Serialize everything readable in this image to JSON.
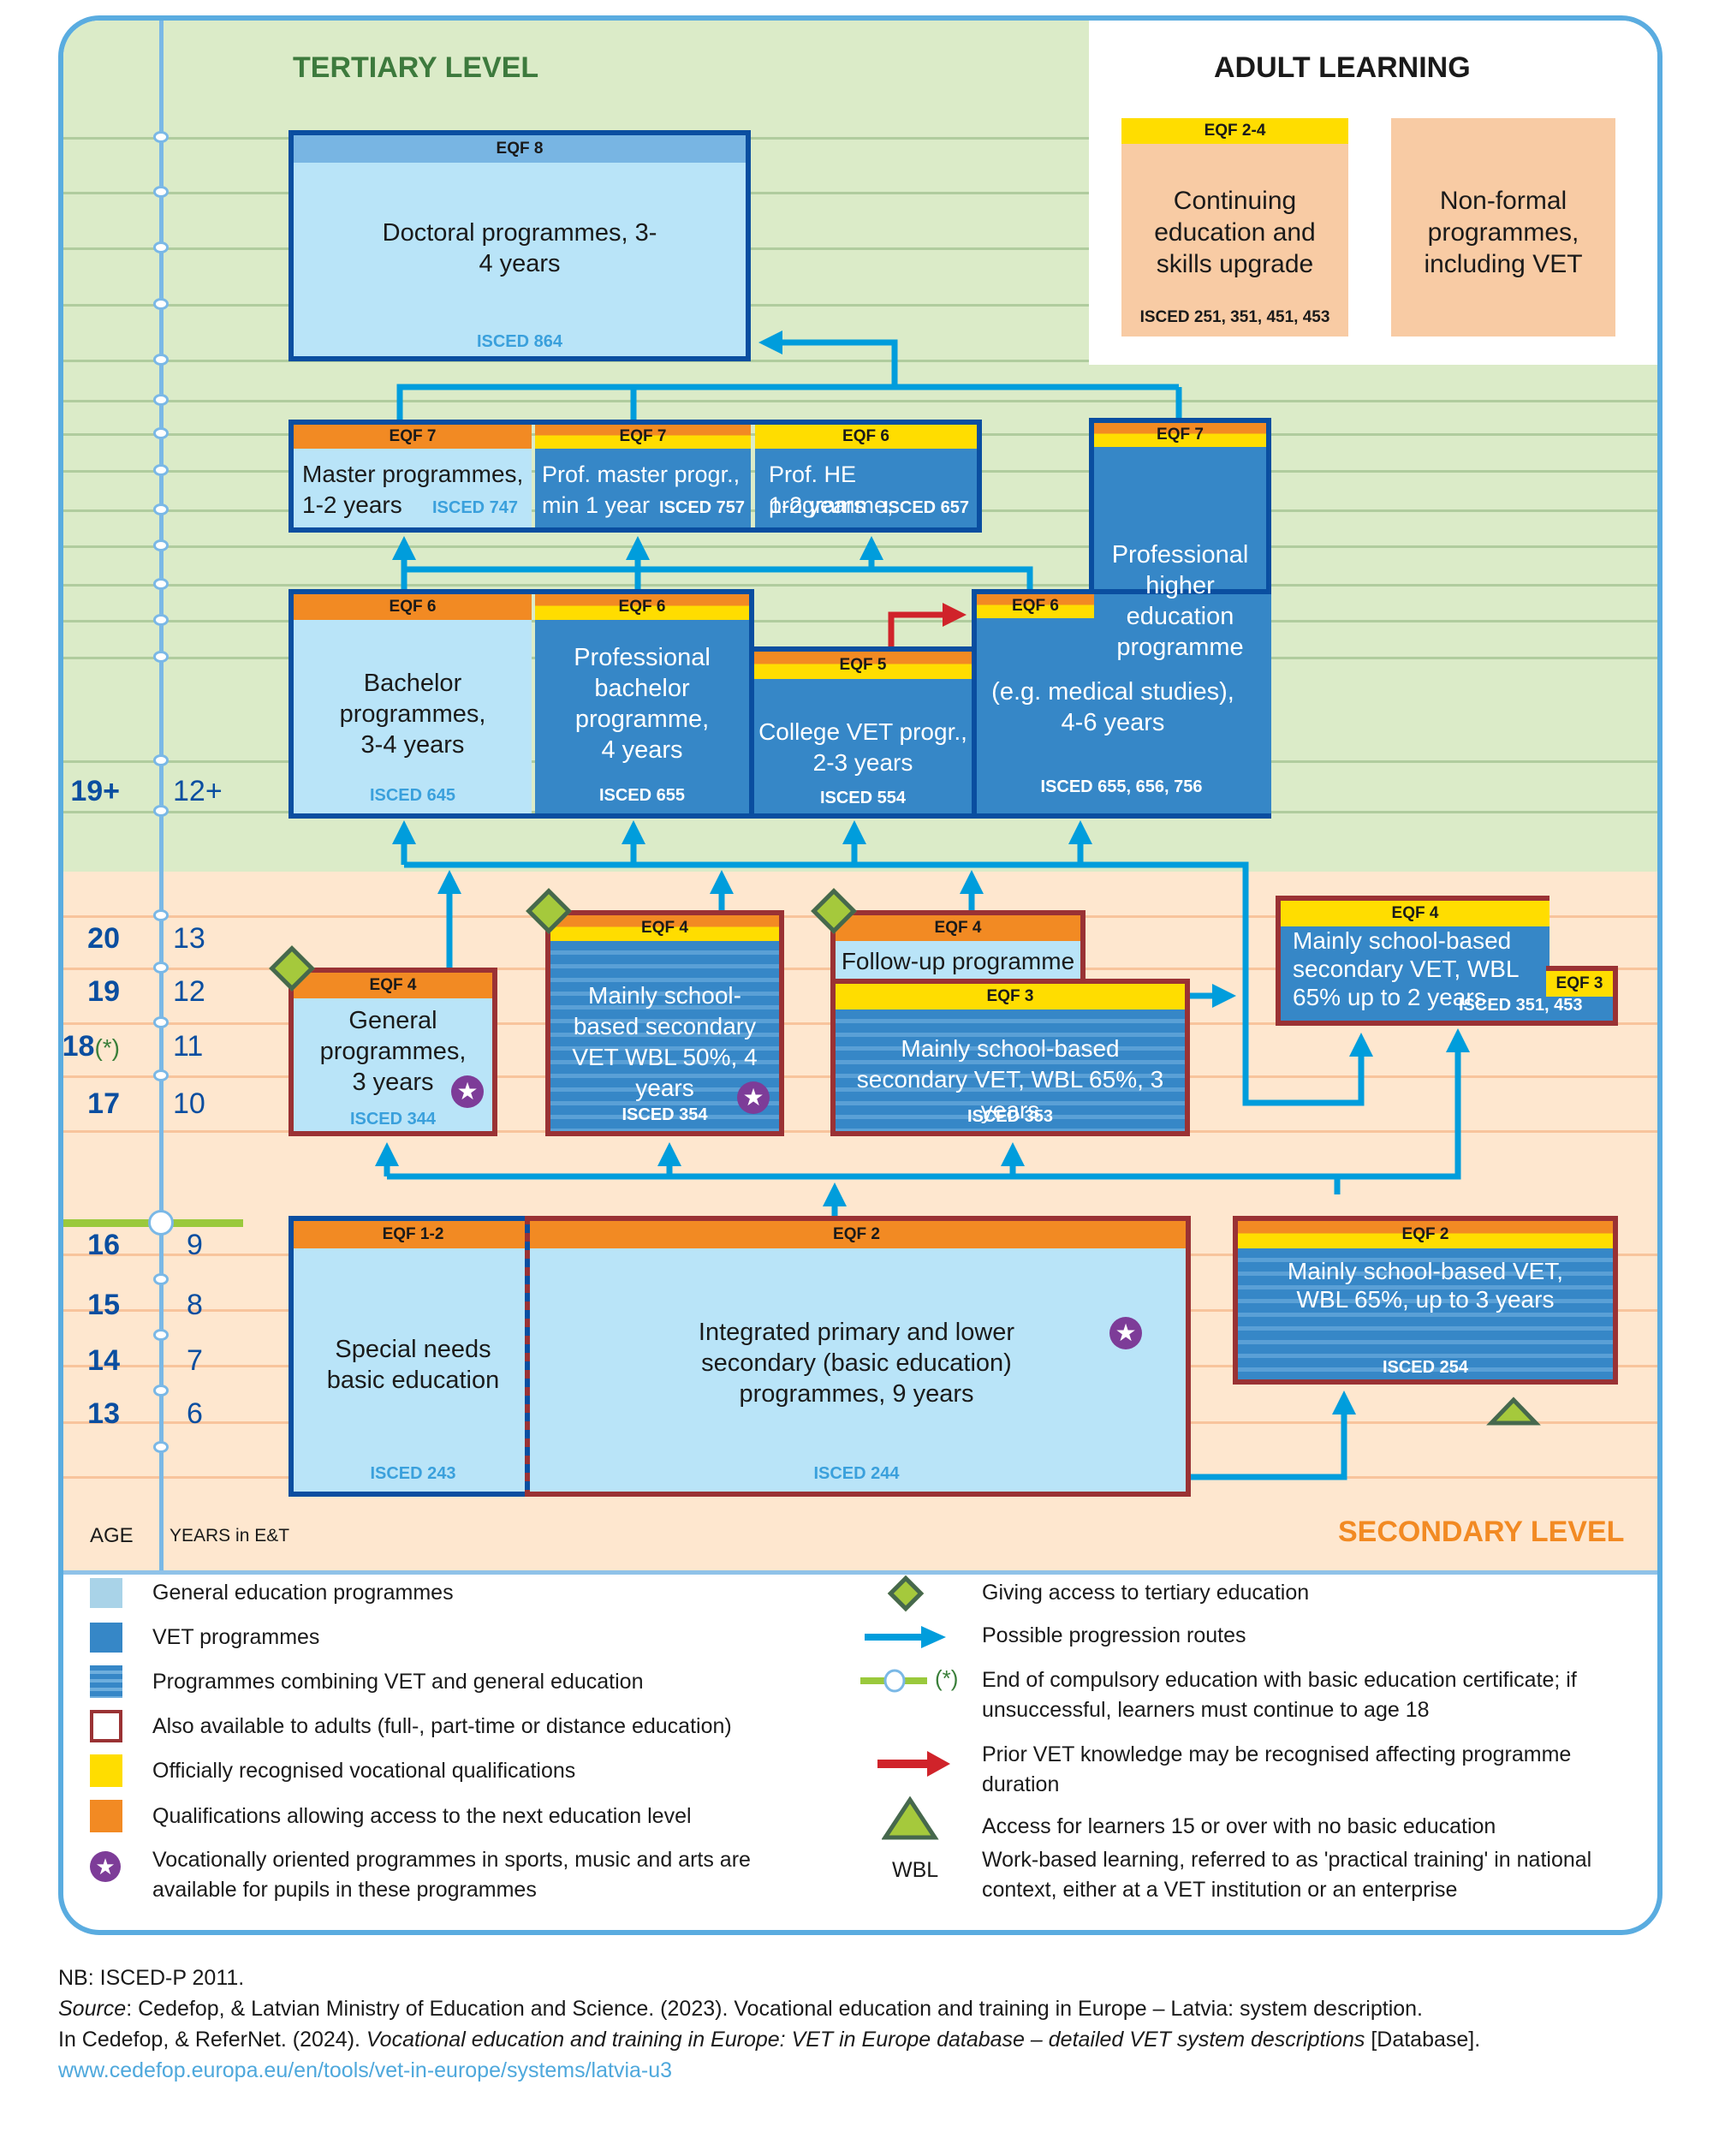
{
  "levels": {
    "tertiary_title": "TERTIARY LEVEL",
    "secondary_title": "SECONDARY LEVEL",
    "adult_title": "ADULT LEARNING"
  },
  "axis": {
    "age_label": "AGE",
    "years_label": "YEARS in E&T",
    "rows": [
      {
        "age": "19+",
        "years": "12+"
      },
      {
        "age": "20",
        "years": "13"
      },
      {
        "age": "19",
        "years": "12"
      },
      {
        "age": "18",
        "age_note": "(*)",
        "years": "11"
      },
      {
        "age": "17",
        "years": "10"
      },
      {
        "age": "16",
        "years": "9"
      },
      {
        "age": "15",
        "years": "8"
      },
      {
        "age": "14",
        "years": "7"
      },
      {
        "age": "13",
        "years": "6"
      }
    ]
  },
  "adult_learning": {
    "continuing": {
      "eqf": "EQF 2-4",
      "text": "Continuing education and skills upgrade",
      "isced": "ISCED 251, 351, 451, 453"
    },
    "nonformal": {
      "text": "Non-formal programmes, including VET"
    }
  },
  "programmes": {
    "doctoral": {
      "eqf": "EQF  8",
      "text": "Doctoral programmes, 3-4 years",
      "isced": "ISCED 864",
      "type": "general"
    },
    "master": {
      "eqf": "EQF 7",
      "text_line1": "Master programmes,",
      "text_line2": "1-2 years",
      "isced": "ISCED 747",
      "type": "general"
    },
    "prof_master": {
      "eqf": "EQF 7",
      "text_line1": "Prof. master progr.,",
      "text_line2": "min 1 year",
      "isced": "ISCED 757",
      "type": "vet"
    },
    "prof_he": {
      "eqf": "EQF 6",
      "text_line1": "Prof. HE programme,",
      "text_line2": "1-2 years",
      "isced": "ISCED 657",
      "type": "vet"
    },
    "prof_higher": {
      "eqf_top": "EQF 7",
      "eqf_side": "EQF 6",
      "text": "Professional higher education programme",
      "text2": "(e.g. medical studies), 4-6 years",
      "isced": "ISCED 655, 656, 756",
      "type": "vet"
    },
    "bachelor": {
      "eqf": "EQF  6",
      "text": "Bachelor programmes, 3-4 years",
      "isced": "ISCED 645",
      "type": "general"
    },
    "prof_bachelor": {
      "eqf": "EQF  6",
      "text": "Professional bachelor programme, 4 years",
      "isced": "ISCED 655",
      "type": "vet"
    },
    "college_vet": {
      "eqf": "EQF  5",
      "text": "College VET progr., 2-3 years",
      "isced": "ISCED 554",
      "type": "vet"
    },
    "general_upper": {
      "eqf": "EQF  4",
      "text": "General programmes, 3 years",
      "isced": "ISCED 344",
      "type": "general"
    },
    "school_vet_4y": {
      "eqf": "EQF  4",
      "text": "Mainly school-based secondary VET WBL 50%, 4 years",
      "isced": "ISCED 354",
      "type": "combined"
    },
    "follow_up": {
      "eqf": "EQF  4",
      "text": "Follow-up programme",
      "type": "general"
    },
    "school_vet_3y": {
      "eqf": "EQF  3",
      "text": "Mainly school-based secondary VET, WBL 65%, 3 years",
      "isced": "ISCED 353",
      "type": "combined"
    },
    "school_vet_2y": {
      "eqf": "EQF 4",
      "eqf_side": "EQF 3",
      "text": "Mainly school-based secondary VET, WBL 65% up to 2 years",
      "isced": "ISCED 351, 453",
      "type": "vet"
    },
    "special_needs": {
      "eqf": "EQF  1-2",
      "text": "Special needs basic education",
      "isced": "ISCED 243",
      "type": "general"
    },
    "integrated_basic": {
      "eqf": "EQF  2",
      "text": "Integrated primary and lower secondary (basic education) programmes, 9 years",
      "isced": "ISCED 244",
      "type": "general"
    },
    "school_vet_basic": {
      "eqf": "EQF 2",
      "text": "Mainly school-based VET, WBL 65%, up to 3 years",
      "isced": "ISCED 254",
      "type": "combined"
    }
  },
  "colors": {
    "general": "#b9e4f8",
    "vet": "#3687c7",
    "officially_recognised": "#ffdd00",
    "access_next_level": "#f28a23",
    "adult_border": "#9a3234",
    "progression_arrow": "#009ddc",
    "prior_vet_arrow": "#d0232a",
    "tertiary_bg": "#dbebc8",
    "secondary_bg": "#fee7cf"
  },
  "legend": {
    "left": [
      {
        "icon": "general-swatch",
        "text": "General education programmes"
      },
      {
        "icon": "vet-swatch",
        "text": "VET programmes"
      },
      {
        "icon": "combined-swatch",
        "text": "Programmes combining VET and general education"
      },
      {
        "icon": "adult-border-swatch",
        "text": "Also available to adults (full-, part-time or distance education)"
      },
      {
        "icon": "yellow-swatch",
        "text": "Officially recognised vocational qualifications"
      },
      {
        "icon": "orange-swatch",
        "text": "Qualifications allowing access to the next education level"
      },
      {
        "icon": "star-icon",
        "text": "Vocationally oriented programmes in sports, music and arts are available for pupils in these programmes"
      }
    ],
    "right": [
      {
        "icon": "diamond-icon",
        "text": "Giving access to tertiary education"
      },
      {
        "icon": "blue-arrow-icon",
        "text": "Possible progression routes"
      },
      {
        "icon": "compulsory-end-icon",
        "marker": "(*)",
        "text": "End of compulsory education with basic education certificate; if unsuccessful, learners must continue to age 18"
      },
      {
        "icon": "red-arrow-icon",
        "text": "Prior VET knowledge may be recognised affecting programme duration"
      },
      {
        "icon": "triangle-icon",
        "text": "Access for learners 15 or over with no basic education"
      },
      {
        "icon": "wbl-label",
        "marker": "WBL",
        "text": "Work-based learning, referred to as 'practical training' in national context, either at a VET institution or an enterprise"
      }
    ]
  },
  "footer": {
    "nb": "NB: ISCED-P 2011.",
    "source_label": "Source",
    "source_text": ": Cedefop, & Latvian Ministry of Education and Science. (2023). Vocational education and training in Europe – Latvia: system description.",
    "in_prefix": "In Cedefop, & ReferNet. (2024). ",
    "in_title": "Vocational education and training in Europe: VET in Europe database – detailed VET system descriptions",
    "in_suffix": " [Database].",
    "url": "www.cedefop.europa.eu/en/tools/vet-in-europe/systems/latvia-u3"
  }
}
